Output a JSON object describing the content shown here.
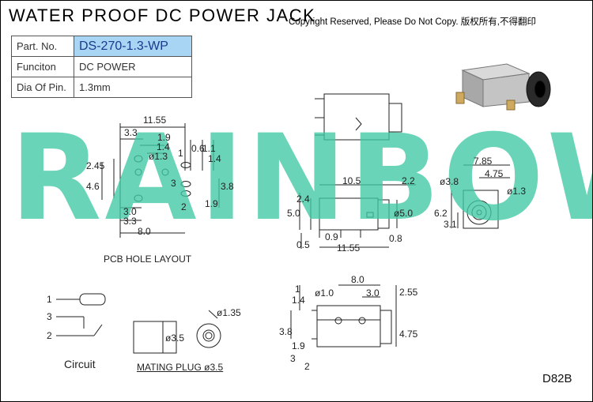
{
  "title": "WATER PROOF DC POWER JACK",
  "copyright": "Copyright Reserved, Please Do Not Copy. 版权所有,不得翻印",
  "spec_table": [
    {
      "key": "Part. No.",
      "value": "DS-270-1.3-WP"
    },
    {
      "key": "Funciton",
      "value": "DC POWER"
    },
    {
      "key": "Dia Of Pin.",
      "value": "1.3mm"
    }
  ],
  "watermark": "RAINBOW",
  "drawing_code": "D82B",
  "labels": {
    "pcb_hole_layout": "PCB HOLE LAYOUT",
    "circuit": "Circuit",
    "mating_plug": "MATING PLUG ø3.5"
  },
  "circuit_pins": [
    "1",
    "3",
    "2"
  ],
  "pcb_dims": [
    "11.55",
    "3.3",
    "1.9",
    "1.4",
    "ø1.3",
    "0.6",
    "1.1",
    "1.4",
    "2.45",
    "4.6",
    "3.8",
    "1.9",
    "3.0",
    "3.3",
    "8.0"
  ],
  "pcb_pin_markers": [
    "1",
    "3",
    "2"
  ],
  "side_dims": [
    "10.5",
    "2.2",
    "2.4",
    "5.0",
    "ø5.0",
    "0.5",
    "0.9",
    "0.8",
    "11.55"
  ],
  "front_dims": [
    "7.85",
    "4.75",
    "ø3.8",
    "ø1.3",
    "6.2",
    "3.1"
  ],
  "plug_dims": [
    "ø1.35",
    "ø3.5"
  ],
  "bottom_dims": [
    "8.0",
    "ø1.0",
    "3.0",
    "2.55",
    "1.4",
    "3.8",
    "1.9",
    "4.75"
  ],
  "bottom_pin_markers": [
    "1",
    "3",
    "2"
  ],
  "colors": {
    "highlight": "#a9d5f5",
    "watermark": "#3fc9a4",
    "part_text": "#1a3a8a"
  }
}
